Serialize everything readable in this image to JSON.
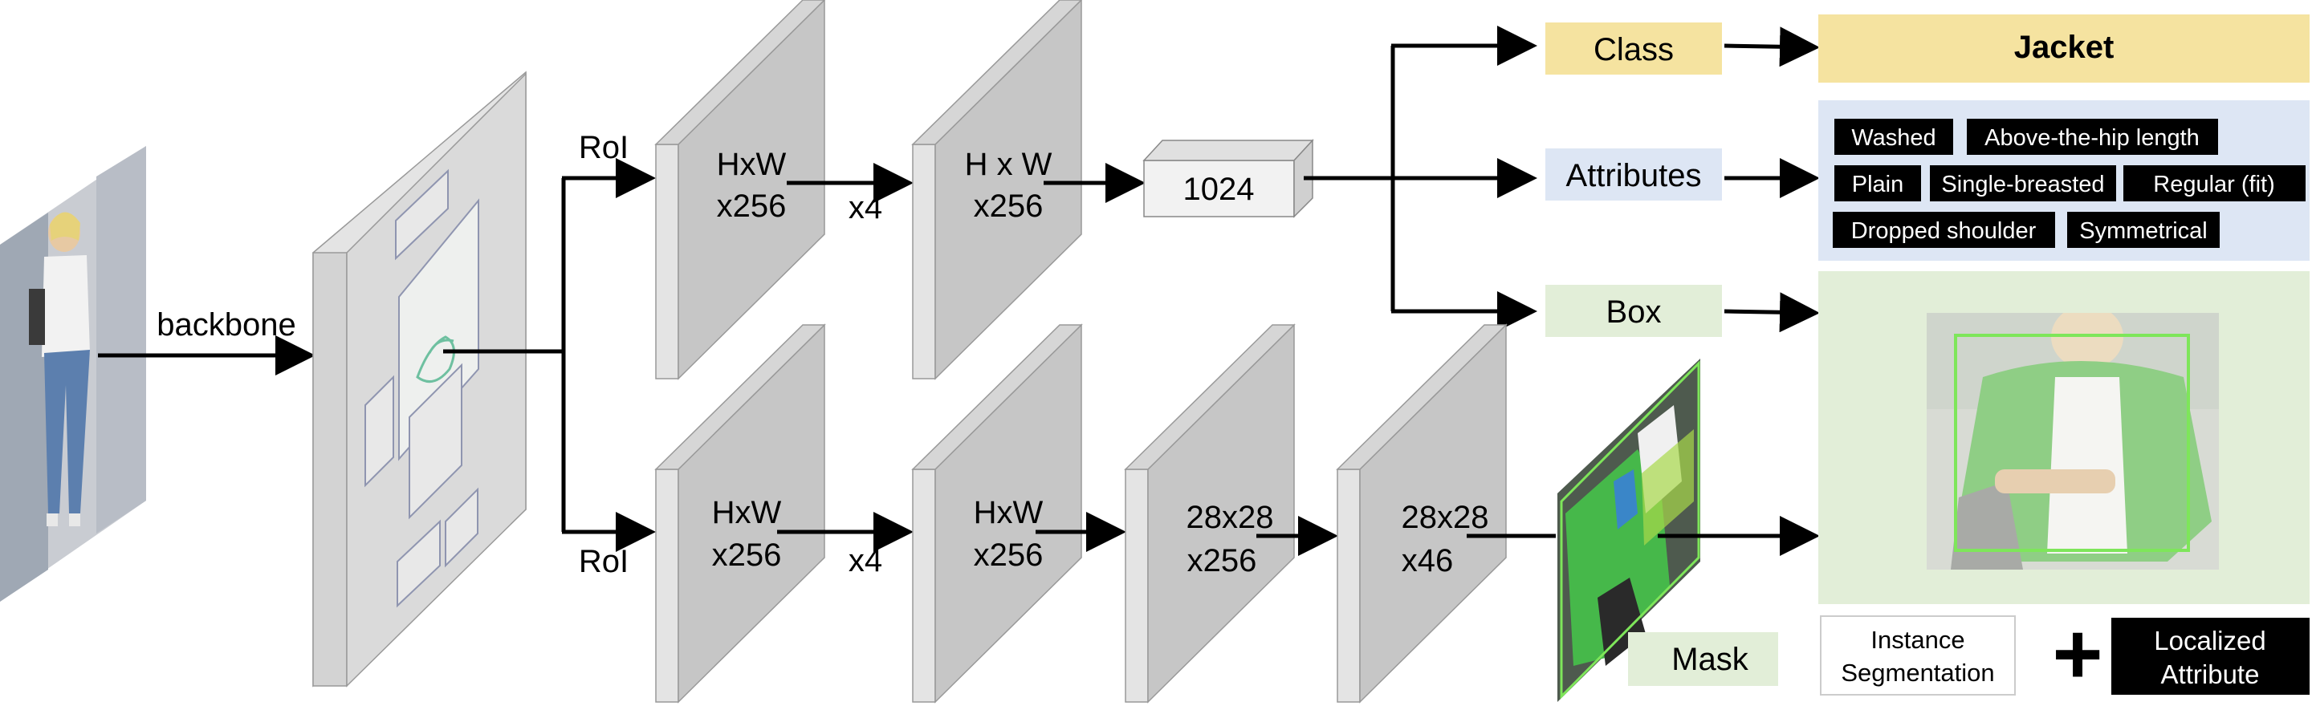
{
  "labels": {
    "backbone": "backbone",
    "roi_top": "RoI",
    "roi_bottom": "RoI",
    "x4_top": "x4",
    "x4_bottom": "x4",
    "fc": "1024",
    "mask": "Mask"
  },
  "blocks": {
    "top_1": [
      "HxW",
      "x256"
    ],
    "top_2": [
      "H x W",
      "x256"
    ],
    "bot_1": [
      "HxW",
      "x256"
    ],
    "bot_2": [
      "HxW",
      "x256"
    ],
    "bot_3": [
      "28x28",
      "x256"
    ],
    "bot_4": [
      "28x28",
      "x46"
    ]
  },
  "heads": {
    "class": "Class",
    "attributes": "Attributes",
    "box": "Box"
  },
  "outputs": {
    "class_result": "Jacket",
    "attributes": [
      "Washed",
      "Above-the-hip length",
      "Plain",
      "Single-breasted",
      "Regular (fit)",
      "Dropped shoulder",
      "Symmetrical"
    ]
  },
  "legend": {
    "instance_line1": "Instance",
    "instance_line2": "Segmentation",
    "plus": "+",
    "localized_line1": "Localized",
    "localized_line2": "Attribute"
  },
  "colors": {
    "class_bg": "#f5e3a0",
    "attributes_bg": "#dde6f4",
    "box_bg": "#e2eed8",
    "mask_label_bg": "#e2eed8",
    "block_face": "#c6c6c6",
    "block_side": "#e4e4e4",
    "tag_bg": "#000000",
    "tag_text": "#ffffff",
    "mask_green": "#46b84a",
    "box_outline": "#7ee65a"
  }
}
